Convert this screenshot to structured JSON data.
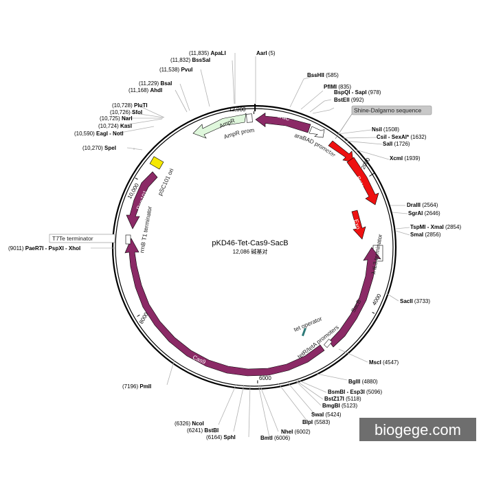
{
  "plasmid": {
    "name": "pKD46-Tet-Cas9-SacB",
    "length_bp": 12086,
    "size_label": "12,086 碱基对"
  },
  "ticks": [
    "2000",
    "4000",
    "6000",
    "8000",
    "10,000",
    "12,000"
  ],
  "sites": [
    {
      "name": "AarI",
      "pos": "(5)"
    },
    {
      "name": "BssHII",
      "pos": "(585)"
    },
    {
      "name": "PflMI",
      "pos": "(835)"
    },
    {
      "name": "BspQI - SapI",
      "pos": "(978)"
    },
    {
      "name": "BstEII",
      "pos": "(992)"
    },
    {
      "name": "NsiI",
      "pos": "(1508)"
    },
    {
      "name": "CsiI - SexAI*",
      "pos": "(1632)"
    },
    {
      "name": "SalI",
      "pos": "(1726)"
    },
    {
      "name": "XcmI",
      "pos": "(1939)"
    },
    {
      "name": "DraIII",
      "pos": "(2564)"
    },
    {
      "name": "SgrAI",
      "pos": "(2646)"
    },
    {
      "name": "TspMI - XmaI",
      "pos": "(2854)"
    },
    {
      "name": "SmaI",
      "pos": "(2856)"
    },
    {
      "name": "SacII",
      "pos": "(3733)"
    },
    {
      "name": "MscI",
      "pos": "(4547)"
    },
    {
      "name": "BglII",
      "pos": "(4880)"
    },
    {
      "name": "BsmBI - Esp3I",
      "pos": "(5096)"
    },
    {
      "name": "BstZ17I",
      "pos": "(5118)"
    },
    {
      "name": "BmgBI",
      "pos": "(5123)"
    },
    {
      "name": "SwaI",
      "pos": "(5424)"
    },
    {
      "name": "BlpI",
      "pos": "(5583)"
    },
    {
      "name": "NheI",
      "pos": "(6002)"
    },
    {
      "name": "BmtI",
      "pos": "(6006)"
    },
    {
      "name": "SphI",
      "pos": "(6164)"
    },
    {
      "name": "BstBI",
      "pos": "(6241)"
    },
    {
      "name": "NcoI",
      "pos": "(6326)"
    },
    {
      "name": "PmlI",
      "pos": "(7196)"
    },
    {
      "name": "PaeR7I - PspXI - XhoI",
      "pos": "(9011)"
    },
    {
      "name": "SpeI",
      "pos": "(10,270)"
    },
    {
      "name": "EagI - NotI",
      "pos": "(10,590)"
    },
    {
      "name": "KasI",
      "pos": "(10,724)"
    },
    {
      "name": "NarI",
      "pos": "(10,725)"
    },
    {
      "name": "SfoI",
      "pos": "(10,726)"
    },
    {
      "name": "PluTI",
      "pos": "(10,728)"
    },
    {
      "name": "AhdI",
      "pos": "(11,168)"
    },
    {
      "name": "BsaI",
      "pos": "(11,229)"
    },
    {
      "name": "PvuI",
      "pos": "(11,538)"
    },
    {
      "name": "BssSaI",
      "pos": "(11,832)"
    },
    {
      "name": "ApaLI",
      "pos": "(11,835)"
    }
  ],
  "features": {
    "araC": "araC",
    "araC_promoter": "araBAD promoter",
    "shine_dalgarno": "Shine-Dalgarno sequence",
    "gam": "Gam",
    "beta": "Beta",
    "exo": "Exo",
    "tl3": "λ tL3 terminator",
    "sacB": "SacB",
    "tet_operator": "tet operator",
    "tet_promoters": "tetR/tetA promoters",
    "cas9": "Cas9",
    "rrnb": "rrnB T1 terminator",
    "t7te": "T7Te terminator",
    "rep101": "Rep101",
    "psc101": "pSC101 ori",
    "ampr": "AmpR",
    "ampr_promoter": "AmpR promoter"
  },
  "watermark": "biogege.com",
  "colors": {
    "backbone": "#000000",
    "cds_purple": "#8b2a66",
    "cds_red": "#ee1111",
    "ampr_green": "#dff7dc",
    "ori_yellow": "#f5e800",
    "watermark_bg": "#6e6e6e",
    "box_bg": "#c8c8c8"
  }
}
